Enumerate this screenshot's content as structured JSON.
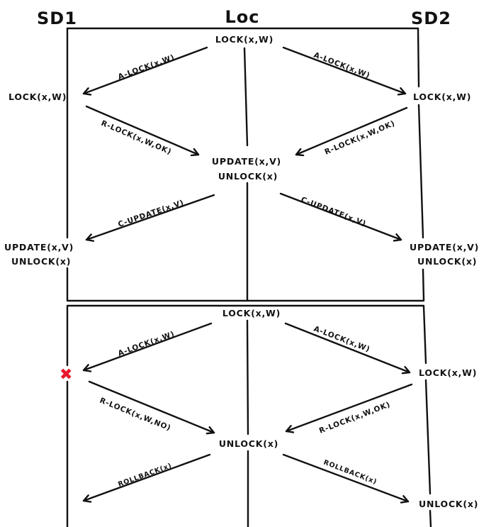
{
  "header": {
    "sd1": "SD1",
    "loc": "Loc",
    "sd2": "SD2"
  },
  "top": {
    "loc_lock": "LOCK(x,W)",
    "a_lock_left": "A-LOCK(x,W)",
    "a_lock_right": "A-LOCK(x,W)",
    "sd1_lock": "LOCK(x,W)",
    "sd2_lock": "LOCK(x,W)",
    "r_lock_left": "R-LOCK(x,W,OK)",
    "r_lock_right": "R-LOCK(x,W,OK)",
    "loc_update": "UPDATE(x,V)",
    "loc_unlock": "UNLOCK(x)",
    "c_update_left": "C-UPDATE(x,V)",
    "c_update_right": "C-UPDATE(x,V)",
    "sd1_update": "UPDATE(x,V)",
    "sd1_unlock": "UNLOCK(x)",
    "sd2_update": "UPDATE(x,V)",
    "sd2_unlock": "UNLOCK(x)"
  },
  "bottom": {
    "loc_lock": "LOCK(x,W)",
    "a_lock_left": "A-LOCK(x,W)",
    "a_lock_right": "A-LOCK(x,W)",
    "sd1_fail": "✖",
    "sd2_lock": "LOCK(x,W)",
    "r_lock_left": "R-LOCK(x,W,NO)",
    "r_lock_right": "R-LOCK(x,W,OK)",
    "loc_unlock": "UNLOCK(x)",
    "rollback_left": "ROLLBACK(x)",
    "rollback_right": "ROLLBACK(x)",
    "sd2_unlock": "UNLOCK(x)"
  },
  "colors": {
    "ink": "#111111",
    "fail": "#e8192c"
  }
}
